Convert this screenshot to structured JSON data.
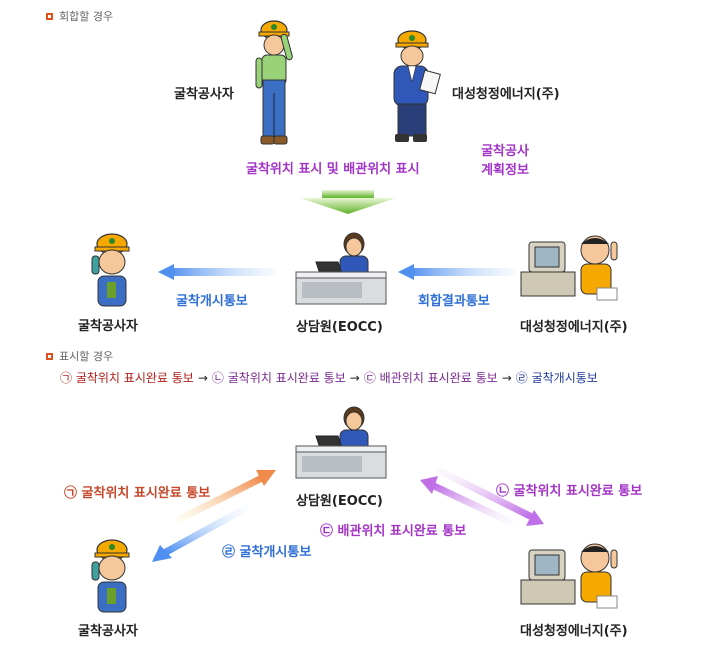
{
  "section1": {
    "title": "회합할 경우",
    "constructor_top": "굴착공사자",
    "energy_top": "대성청정에너지(주)",
    "purple_display": "굴착위치 표시 및 배관위치 표시",
    "purple_plan_line1": "굴착공사",
    "purple_plan_line2": "계획정보",
    "constructor_mid": "굴착공사자",
    "counselor_mid": "상담원(EOCC)",
    "energy_mid": "대성청정에너지(주)",
    "notify_start": "굴착개시통보",
    "notify_meeting": "회합결과통보"
  },
  "section2": {
    "title": "표시할 경우",
    "sequence": {
      "s1": "㉠ 굴착위치 표시완료 통보",
      "s2": "㉡ 굴착위치 표시완료 통보",
      "s3": "㉢ 배관위치 표시완료 통보",
      "s4": "㉣ 굴착개시통보",
      "arrow": "→"
    },
    "counselor": "상담원(EOCC)",
    "constructor": "굴착공사자",
    "energy": "대성청정에너지(주)",
    "flow1": "㉠ 굴착위치 표시완료 통보",
    "flow2": "㉡ 굴착위치 표시완료 통보",
    "flow3": "㉢ 배관위치 표시완료 통보",
    "flow4": "㉣ 굴착개시통보"
  },
  "colors": {
    "bullet": "#e0501c",
    "purple": "#a334c8",
    "blue": "#2f6fd6",
    "red": "#c6482a",
    "green_arrow": "#6ab82a",
    "helmet": "#f5a800"
  }
}
